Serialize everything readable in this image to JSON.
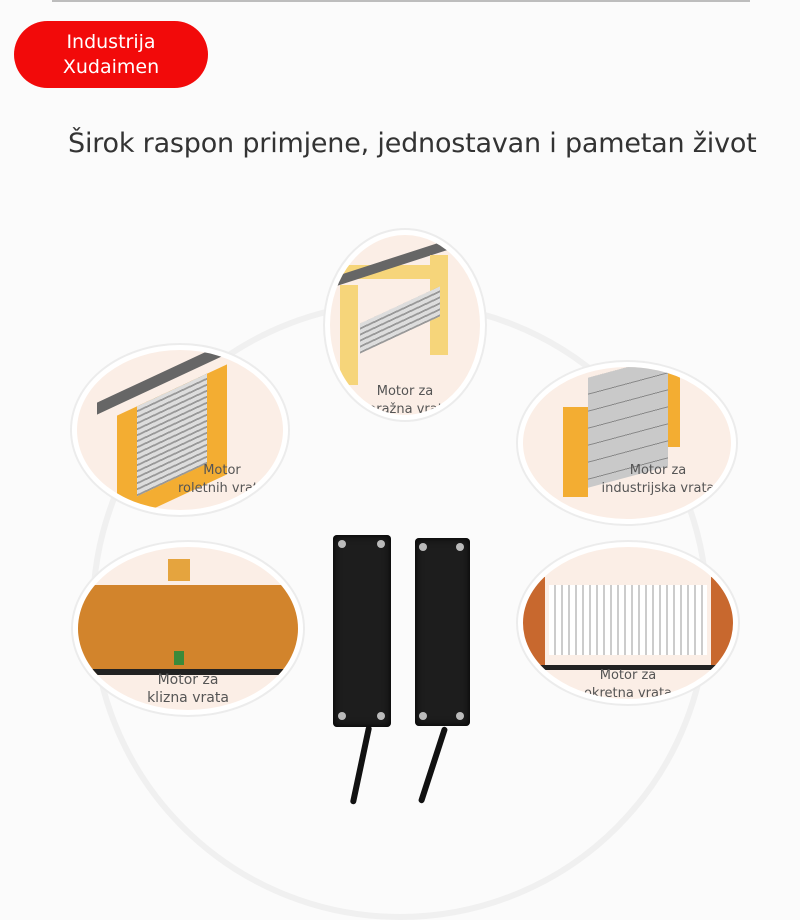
{
  "brand_badge": {
    "line1": "Industrija",
    "line2": "Xudaimen",
    "color": "#f20a0a"
  },
  "headline": "Širok raspon primjene, jednostavan i pametan život",
  "applications": [
    {
      "line1": "Motor za",
      "line2": "garažna vrata"
    },
    {
      "line1": "Motor",
      "line2": "roletnih vrata"
    },
    {
      "line1": "Motor za",
      "line2": "industrijska vrata"
    },
    {
      "line1": "Motor za",
      "line2": "klizna vrata"
    },
    {
      "line1": "Motor za",
      "line2": "okretna vrata"
    }
  ]
}
